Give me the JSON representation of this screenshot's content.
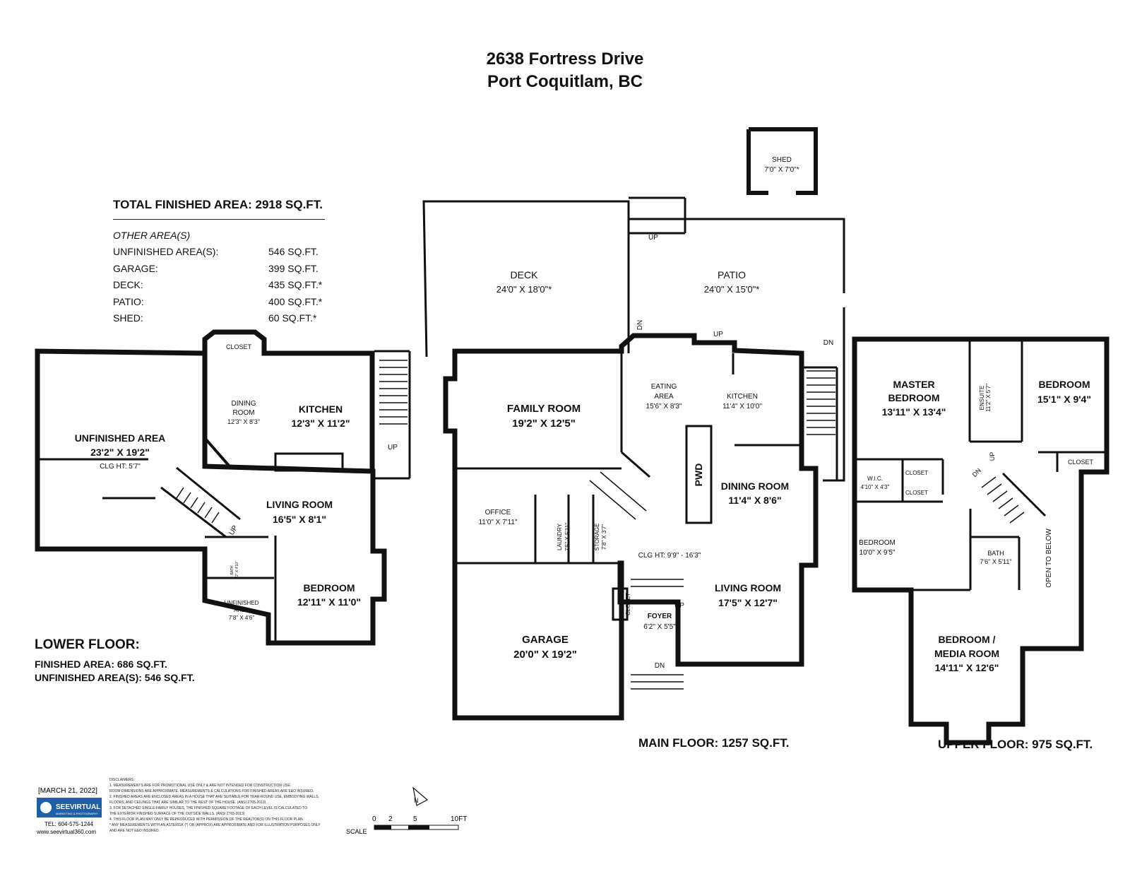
{
  "header": {
    "line1": "2638 Fortress Drive",
    "line2": "Port Coquitlam, BC"
  },
  "summary": {
    "title": "TOTAL FINISHED AREA:  2918 SQ.FT.",
    "other_heading": "OTHER AREA(S)",
    "rows": [
      {
        "label": "UNFINISHED AREA(S):",
        "value": "546 SQ.FT."
      },
      {
        "label": "GARAGE:",
        "value": "399 SQ.FT."
      },
      {
        "label": "DECK:",
        "value": "435 SQ.FT.*"
      },
      {
        "label": "PATIO:",
        "value": "400 SQ.FT.*"
      },
      {
        "label": "SHED:",
        "value": "60 SQ.FT.*"
      }
    ]
  },
  "lower": {
    "heading": "LOWER FLOOR:",
    "finished": "FINISHED AREA: 686 SQ.FT.",
    "unfinished": "UNFINISHED AREA(S): 546 SQ.FT.",
    "rooms": {
      "unfinished_name": "UNFINISHED AREA",
      "unfinished_dim": "23'2\" X 19'2\"",
      "unfinished_clg": "CLG HT: 5'7\"",
      "closet": "CLOSET",
      "dining_name1": "DINING",
      "dining_name2": "ROOM",
      "dining_dim": "12'3\" X 8'3\"",
      "kitchen_name": "KITCHEN",
      "kitchen_dim": "12'3\" X 11'2\"",
      "living_name": "LIVING ROOM",
      "living_dim": "16'5\" X 8'1\"",
      "bedroom_name": "BEDROOM",
      "bedroom_dim": "12'11\" X 11'0\"",
      "bath": "BATH",
      "bath_dim": "6'2\" X 4'10\"",
      "unf2_name1": "UNFINISHED",
      "unf2_name2": "AREA",
      "unf2_dim": "7'8\" X 4'6\"",
      "up1": "UP",
      "up2": "UP"
    }
  },
  "main": {
    "heading": "MAIN FLOOR: 1257 SQ.FT.",
    "rooms": {
      "deck_name": "DECK",
      "deck_dim": "24'0\" X 18'0\"*",
      "patio_name": "PATIO",
      "patio_dim": "24'0\" X 15'0\"*",
      "shed_name": "SHED",
      "shed_dim": "7'0\" X 7'0\"*",
      "family_name": "FAMILY ROOM",
      "family_dim": "19'2\" X 12'5\"",
      "eating_name1": "EATING",
      "eating_name2": "AREA",
      "eating_dim": "15'6\" X 8'3\"",
      "kitchen_name": "KITCHEN",
      "kitchen_dim": "11'4\" X 10'0\"",
      "pwd": "PWD",
      "dining_name": "DINING ROOM",
      "dining_dim": "11'4\" X 8'6\"",
      "office_name": "OFFICE",
      "office_dim": "11'0\" X 7'11\"",
      "laundry": "LAUNDRY",
      "laundry_dim": "7'5\" X 5'11\"",
      "storage": "STORAGE",
      "storage_dim": "7'8\" X 3'7\"",
      "clg": "CLG HT: 9'9\" - 16'3\"",
      "living_name": "LIVING ROOM",
      "living_dim": "17'5\" X 12'7\"",
      "closet": "CLOSET",
      "foyer_name": "FOYER",
      "foyer_dim": "6'2\" X 5'5\"",
      "garage_name": "GARAGE",
      "garage_dim": "20'0\" X 19'2\"",
      "up": "UP",
      "dn": "DN"
    }
  },
  "upper": {
    "heading": "UPPER FLOOR: 975 SQ.FT.",
    "rooms": {
      "master_name1": "MASTER",
      "master_name2": "BEDROOM",
      "master_dim": "13'11\" X 13'4\"",
      "ensuite": "ENSUITE",
      "ensuite_dim": "11'2\" X 5'7\"",
      "bed1_name": "BEDROOM",
      "bed1_dim": "15'1\" X 9'4\"",
      "closet": "CLOSET",
      "wic": "W.I.C.",
      "wic_dim": "4'10\" X 4'3\"",
      "bed2_name": "BEDROOM",
      "bed2_dim": "10'0\" X 9'5\"",
      "bath": "BATH",
      "bath_dim": "7'6\" X 5'11\"",
      "open": "OPEN TO BELOW",
      "media_name1": "BEDROOM /",
      "media_name2": "MEDIA ROOM",
      "media_dim": "14'11\" X 12'6\"",
      "up": "UP",
      "dn": "DN"
    }
  },
  "footer": {
    "date": "[MARCH 21, 2022]",
    "brand": "SEEVIRTUAL",
    "tagline": "MARKETING & PHOTOGRAPHY",
    "tel": "TEL: 604-575-1244",
    "web": "www.seevirtual360.com",
    "disclaimers": [
      "DISCLAIMERS:",
      "1. MEASUREMENTS ARE FOR PROMOTIONAL USE ONLY & ARE NOT INTENDED FOR CONSTRUCTION USE.",
      "ROOM DIMENSIONS ARE APPROXIMATE. MEASUREMENTS & CALCULATIONS FOR FINISHED AREAS ARE E&O INSURED.",
      "2. FINISHED AREAS ARE ENCLOSED AREAS IN A HOUSE THAT ARE SUITABLE FOR YEAR-ROUND USE, EMBODYING WALLS,",
      "FLOORS, AND CEILINGS THAT ARE SIMILAR TO THE REST OF THE HOUSE. (ANSI Z765-2013)",
      "3. FOR DETACHED SINGLE-FAMILY HOUSES, THE FINISHED SQUARE FOOTAGE OF EACH LEVEL IS CALCULATED TO",
      "THE EXTERIOR FINISHED SURFACE OF THE OUTSIDE WALLS. (ANSI Z765-2013)",
      "4. THIS FLOOR PLAN MAY ONLY BE REPRODUCED WITH PERMISSION OF THE REALTOR(S) ON THIS FLOOR PLAN.",
      "* ANY MEASUREMENTS WITH AN ASTERISK (*) OR (APPROX) ARE APPROXIMATE AND FOR ILLUSTRATION PURPOSES ONLY",
      "AND ARE NOT E&O INSURED."
    ],
    "scale_label": "SCALE",
    "scale_ticks": [
      "0",
      "2",
      "5",
      "10FT"
    ],
    "north": "N"
  }
}
